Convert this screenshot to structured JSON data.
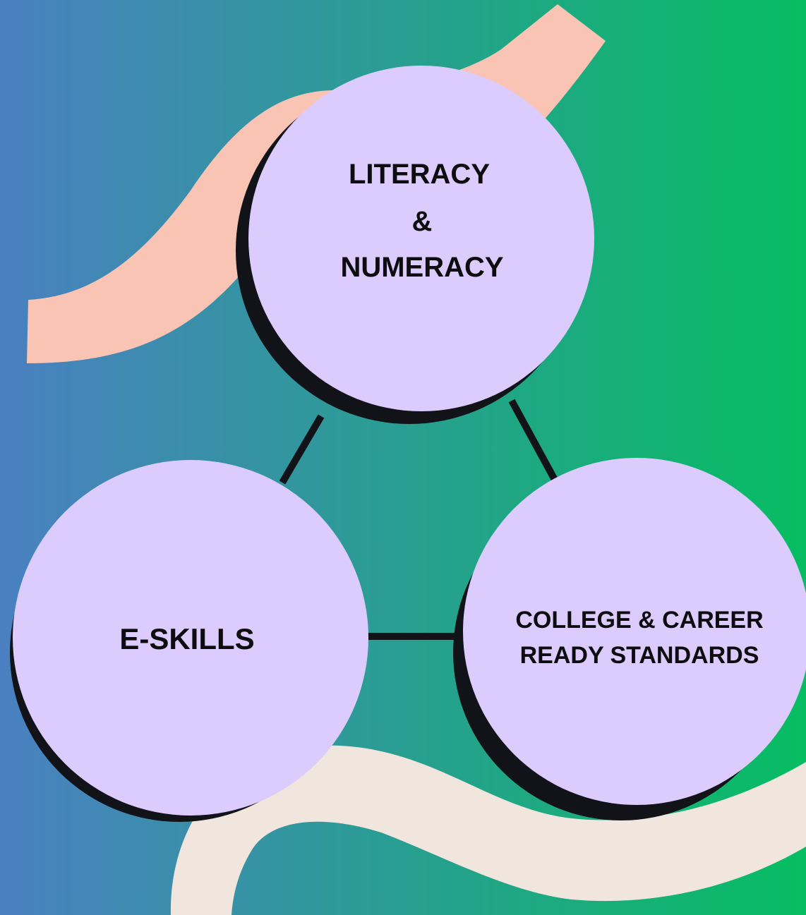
{
  "colors": {
    "gradient_start": "#4a80c1",
    "gradient_end": "#07bd62",
    "circle_fill": "#dccbfd",
    "circle_shadow": "#121318",
    "connector": "#121318",
    "ribbon_top": "#f9c4b4",
    "ribbon_bottom": "#f0e6de",
    "text": "#0d0d10"
  },
  "nodes": {
    "top": {
      "lines": [
        "LITERACY",
        "&",
        "NUMERACY"
      ]
    },
    "left": {
      "lines": [
        "E-SKILLS"
      ]
    },
    "right": {
      "lines": [
        "COLLEGE & CAREER",
        "READY STANDARDS"
      ]
    }
  }
}
